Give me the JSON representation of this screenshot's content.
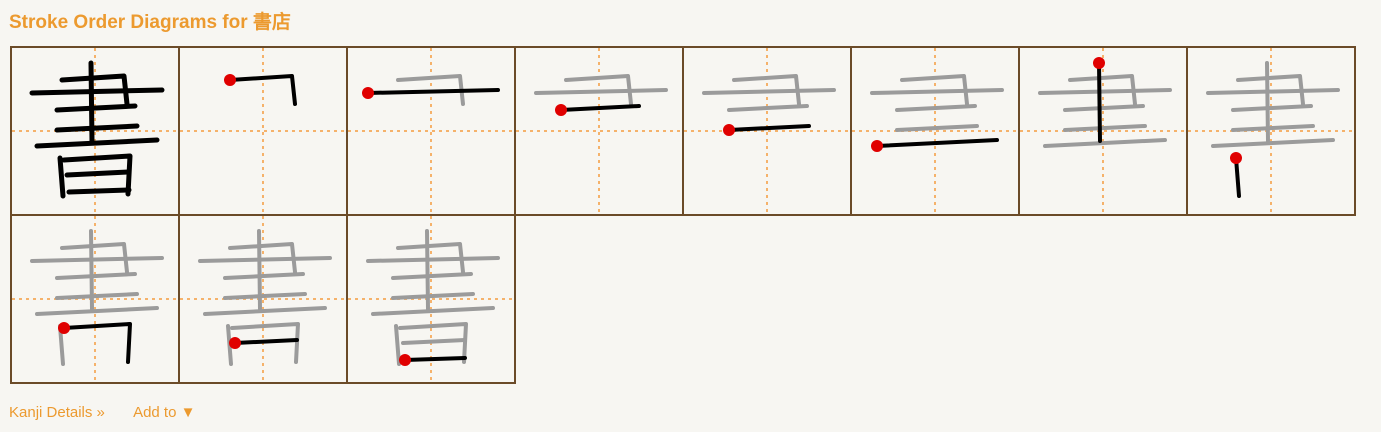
{
  "title": "Stroke Order Diagrams for 書店",
  "diagram": {
    "kanji": "書",
    "total_strokes": 10,
    "colors": {
      "border": "#6b4b28",
      "guide": "#f5b26b",
      "done_stroke": "#9b9b9b",
      "current_stroke": "#000000",
      "start_dot": "#e00000"
    }
  },
  "footer": {
    "details_link": "Kanji Details »",
    "add_to": "Add to ▼"
  }
}
